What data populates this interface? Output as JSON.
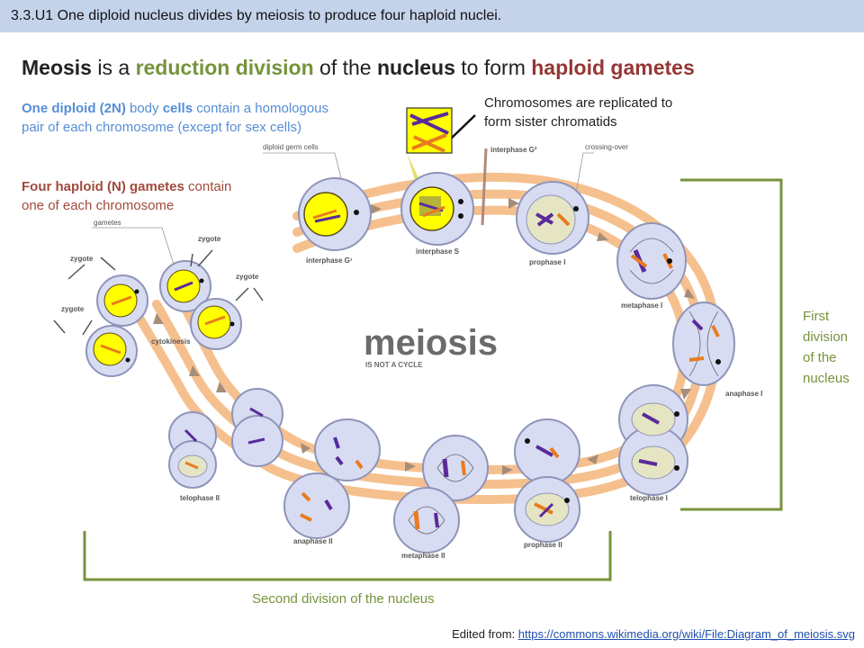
{
  "banner": "3.3.U1 One diploid nucleus divides by meiosis to produce four haploid nuclei.",
  "headline": {
    "w1": "Meosis",
    "w2": " is a ",
    "w3": "reduction division",
    "w4": " of the ",
    "w5": "nucleus",
    "w6": " to form ",
    "w7": "haploid gametes"
  },
  "notes": {
    "diploid_a": "One diploid (2N)",
    "diploid_b": " body ",
    "diploid_c": "cells",
    "diploid_d": " contain a homologous",
    "diploid_e": "pair of each chromosome (except for sex cells)",
    "haploid_a": "Four haploid (N) gametes",
    "haploid_b": " contain",
    "haploid_c": "one of each chromosome",
    "replicated_1": "Chromosomes are replicated to",
    "replicated_2": "form sister chromatids"
  },
  "first_division": [
    "First",
    "division",
    "of the",
    "nucleus"
  ],
  "second_division": "Second division of the nucleus",
  "credit": {
    "prefix": "Edited from: ",
    "link": "https://commons.wikimedia.org/wiki/File:Diagram_of_meiosis.svg"
  },
  "diagram": {
    "center_title": "meiosis",
    "center_subtitle": "IS NOT A CYCLE",
    "stage_labels": {
      "diploid_germ_cells": "diploid germ cells",
      "interphase_g1": "interphase G¹",
      "interphase_s": "interphase S",
      "interphase_g2": "interphase G²",
      "crossing_over": "crossing-over",
      "prophase_1": "prophase I",
      "metaphase_1": "metaphase I",
      "anaphase_1": "anaphase I",
      "telophase_1": "telophase I",
      "prophase_2": "prophase II",
      "metaphase_2": "metaphase II",
      "anaphase_2": "anaphase II",
      "telophase_2": "telophase II",
      "cytokinesis": "cytokinesis",
      "gametes": "gametes",
      "zygote": "zygote"
    }
  },
  "colors": {
    "banner": "#c5d3ea",
    "green_text": "#77933c",
    "red_text": "#953735",
    "blue_text": "#558ed5",
    "track": "#f5c08e",
    "cell_fill": "#d8dcf3",
    "cell_stroke": "#8f94b8",
    "nucleus_yellow": "#ffff00",
    "nucleus_tan": "#e6e5c3",
    "bracket": "#77933c"
  }
}
